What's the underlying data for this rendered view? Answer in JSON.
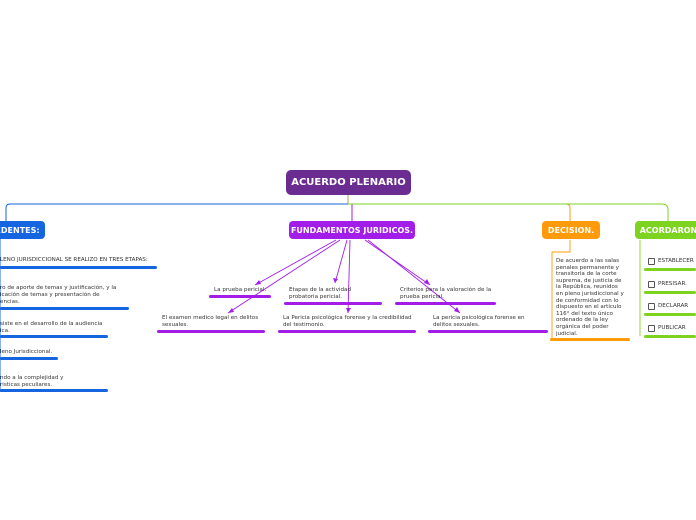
{
  "root": {
    "label": "ACUERDO PLENARIO"
  },
  "branches": {
    "antecedentes": {
      "label": "EDENTES:"
    },
    "fundamentos": {
      "label": "FUNDAMENTOS JURIDICOS."
    },
    "decision": {
      "label": "DECISION."
    },
    "acordaron": {
      "label": "ACORDARON."
    }
  },
  "antecedentes_items": [
    "LENO JURISDICCIONAL SE REALIZO EN TRES ETAPAS:",
    "ro de aporte de temas y justificación, y la\nicación de temas y presentación de\nencias.",
    "siste en el desarrollo de la audiencia\nica.",
    "leno Jurisdiccional.",
    "ndo a la complejidad y\nristicas peculiares."
  ],
  "fundamentos_items": [
    "La prueba pericial.",
    "Etapas de la actividad\nprobatoria pericial.",
    "Criterios para la valoración de la\nprueba pericial.",
    "El examen medico legal en delitos\nsexuales.",
    "La Pericia psicológica forense y la credibilidad\ndel testimonio.",
    "La pericia psicológica forense en\ndelitos sexuales."
  ],
  "decision_text": "De acuerdo a las salas\npenales permanente y\ntransitoria de la corte\nsuprema, de justicia de\nla República, reunidos\nen pleno jurisdiccional y\nde conformidad con lo\ndispuesto en el articulo\n116° del texto único\nordenado de la ley\norgánica del poder\njudicial.",
  "acordaron_items": [
    "ESTABLECER",
    "PRESISAR.",
    "DECLARAR",
    "PUBLICAR"
  ],
  "colors": {
    "root": "#6a2c91",
    "antecedentes": "#1565e0",
    "fundamentos": "#a21ee8",
    "decision": "#ff9a0a",
    "acordaron": "#7ed321"
  }
}
